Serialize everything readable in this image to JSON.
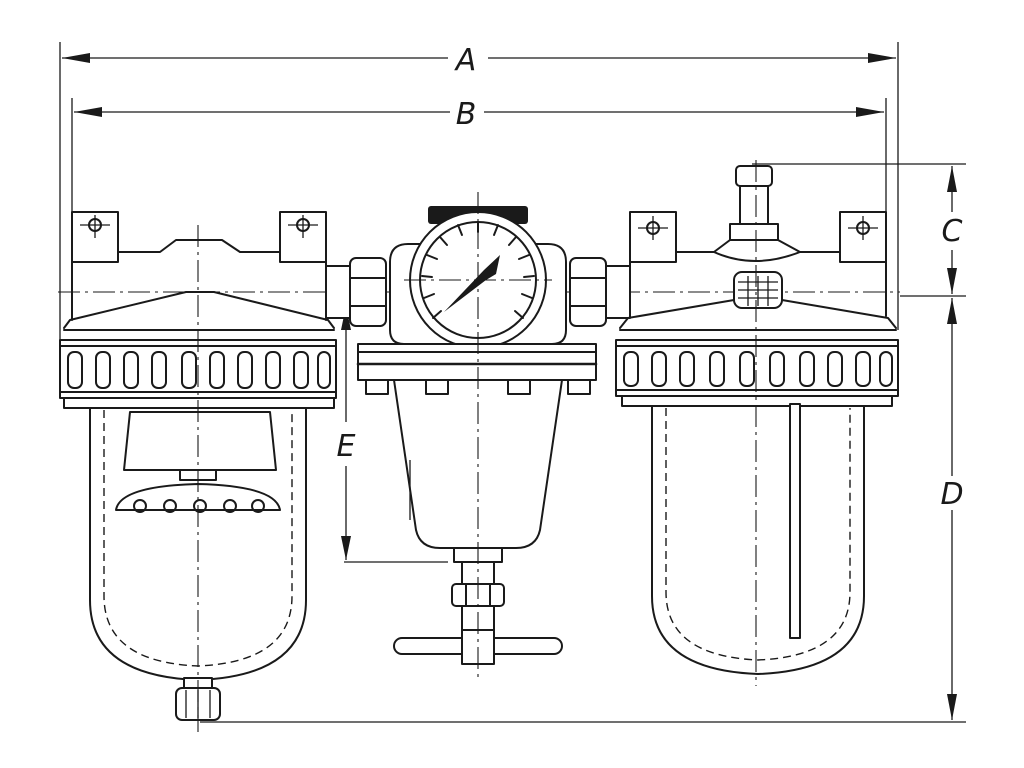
{
  "dimension_labels": {
    "a": "A",
    "b": "B",
    "c": "C",
    "d": "D",
    "e": "E"
  },
  "colors": {
    "ink": "#1a1a1a",
    "paper": "#ffffff"
  }
}
